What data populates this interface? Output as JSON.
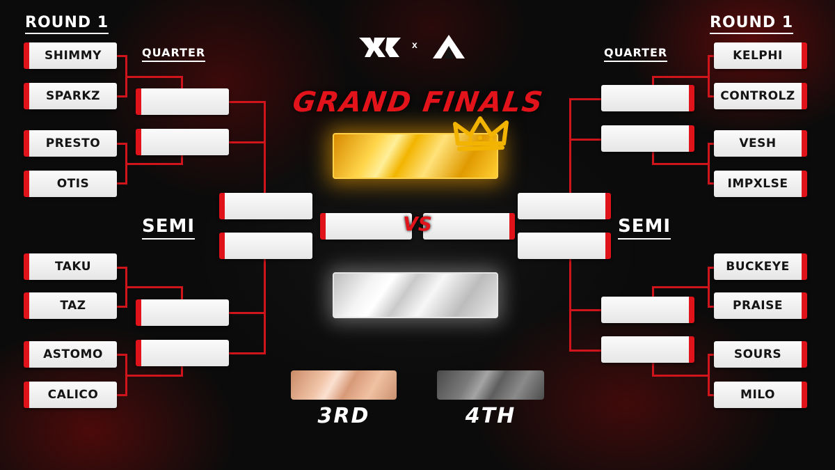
{
  "headers": {
    "round1_left": "ROUND 1",
    "round1_right": "ROUND 1",
    "quarter_left": "QUARTER",
    "quarter_right": "QUARTER",
    "semi_left": "SEMI",
    "semi_right": "SEMI"
  },
  "logo": {
    "separator": "x",
    "left_icon": "rk-logo-icon",
    "right_icon": "a-logo-icon"
  },
  "title": "GRAND FINALS",
  "vs": "VS",
  "crown_icon": "crown-icon",
  "left_round1": [
    "SHIMMY",
    "SPARKZ",
    "PRESTO",
    "OTIS",
    "TAKU",
    "TAZ",
    "ASTOMO",
    "CALICO"
  ],
  "right_round1": [
    "KELPHI",
    "CONTROLZ",
    "VESH",
    "IMPXLSE",
    "BUCKEYE",
    "PRAISE",
    "SOURS",
    "MILO"
  ],
  "places": {
    "third": "3RD",
    "fourth": "4TH"
  },
  "colors": {
    "accent": "#e0121a",
    "gold": "#f5b400",
    "silver": "#d9d9d9",
    "bronze": "#d9a07f",
    "fourth": "#6a6a6a"
  }
}
